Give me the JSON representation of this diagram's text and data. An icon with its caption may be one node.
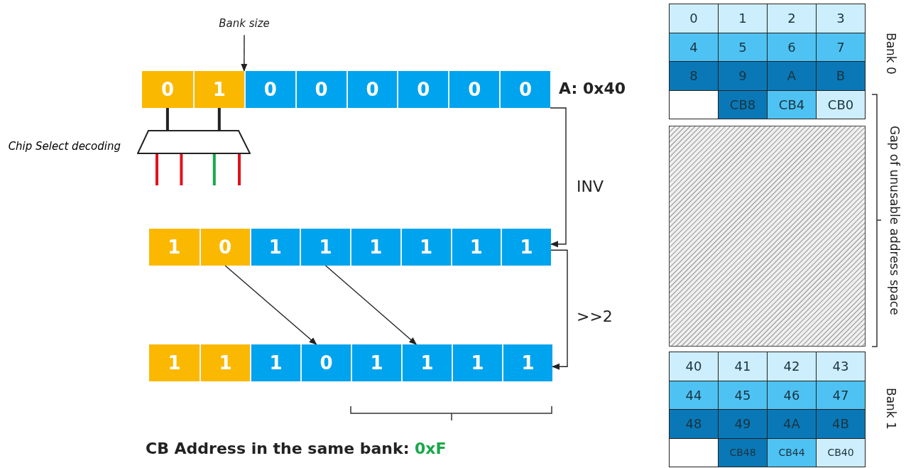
{
  "diagram": {
    "nodes": [
      {
        "text": [
          "Bank size"
        ]
      },
      {
        "text": [],
        "shape": "bar",
        "beside": [
          "A: 0x40"
        ]
      },
      {
        "text": [
          "0"
        ],
        "in": 1
      },
      {
        "text": [
          "1"
        ],
        "in": 1
      },
      {
        "text": [
          "0"
        ],
        "in": 1
      },
      {
        "text": [
          "0"
        ],
        "in": 1
      },
      {
        "text": [
          "0"
        ],
        "in": 1
      },
      {
        "text": [
          "0"
        ],
        "in": 1
      },
      {
        "text": [
          "0"
        ],
        "in": 1
      },
      {
        "text": [
          "0"
        ],
        "in": 1
      },
      {
        "text": [],
        "shape": "trapezoid",
        "beside": [
          "Chip Select decoding"
        ]
      },
      {
        "text": [],
        "shape": "bar"
      },
      {
        "text": [
          "1"
        ],
        "in": 11
      },
      {
        "text": [
          "0"
        ],
        "in": 11
      },
      {
        "text": [
          "1"
        ],
        "in": 11
      },
      {
        "text": [
          "1"
        ],
        "in": 11
      },
      {
        "text": [
          "1"
        ],
        "in": 11
      },
      {
        "text": [
          "1"
        ],
        "in": 11
      },
      {
        "text": [
          "1"
        ],
        "in": 11
      },
      {
        "text": [
          "1"
        ],
        "in": 11
      },
      {
        "text": [],
        "shape": "bar"
      },
      {
        "text": [
          "1"
        ],
        "in": 20
      },
      {
        "text": [
          "1"
        ],
        "in": 20
      },
      {
        "text": [
          "1"
        ],
        "in": 20
      },
      {
        "text": [
          "0"
        ],
        "in": 20
      },
      {
        "text": [
          "1"
        ],
        "in": 20
      },
      {
        "text": [
          "1"
        ],
        "in": 20
      },
      {
        "text": [
          "1"
        ],
        "in": 20
      },
      {
        "text": [
          "1"
        ],
        "in": 20
      },
      {
        "text": [
          "0"
        ]
      },
      {
        "text": [
          "1"
        ]
      },
      {
        "text": [
          "2"
        ]
      },
      {
        "text": [
          "3"
        ]
      },
      {
        "text": [
          "4"
        ]
      },
      {
        "text": [
          "5"
        ]
      },
      {
        "text": [
          "6"
        ]
      },
      {
        "text": [
          "7"
        ]
      },
      {
        "text": [
          "8"
        ]
      },
      {
        "text": [
          "9"
        ]
      },
      {
        "text": [
          "A"
        ]
      },
      {
        "text": [
          "B"
        ]
      },
      {
        "text": [],
        "shape": "box"
      },
      {
        "text": [
          "CB8"
        ]
      },
      {
        "text": [
          "CB4"
        ]
      },
      {
        "text": [
          "CB0"
        ]
      },
      {
        "text": [],
        "shape": "box"
      },
      {
        "text": [
          "40"
        ]
      },
      {
        "text": [
          "41"
        ]
      },
      {
        "text": [
          "42"
        ]
      },
      {
        "text": [
          "43"
        ]
      },
      {
        "text": [
          "44"
        ]
      },
      {
        "text": [
          "45"
        ]
      },
      {
        "text": [
          "46"
        ]
      },
      {
        "text": [
          "47"
        ]
      },
      {
        "text": [
          "48"
        ]
      },
      {
        "text": [
          "49"
        ]
      },
      {
        "text": [
          "4A"
        ]
      },
      {
        "text": [
          "4B"
        ]
      },
      {
        "text": [],
        "shape": "box"
      },
      {
        "text": [
          "CB48"
        ]
      },
      {
        "text": [
          "CB44"
        ]
      },
      {
        "text": [
          "CB40"
        ]
      }
    ],
    "edges": [
      {
        "from": 0,
        "to": 1,
        "arrow": "to"
      },
      {
        "from": 2,
        "to": 10,
        "arrow": "none"
      },
      {
        "from": 3,
        "to": 10,
        "arrow": "none"
      },
      {
        "from": 10,
        "to": null,
        "arrow": "none",
        "color": "#e3101b"
      },
      {
        "from": 10,
        "to": null,
        "arrow": "none",
        "color": "#e3101b"
      },
      {
        "from": 10,
        "to": null,
        "arrow": "none",
        "color": "#14a84b"
      },
      {
        "from": 10,
        "to": null,
        "arrow": "none",
        "color": "#e3101b"
      },
      {
        "from": 1,
        "to": 11,
        "arrow": "to",
        "label": "INV"
      },
      {
        "from": 11,
        "to": 20,
        "arrow": "to",
        "label": ">>2"
      },
      {
        "from": 13,
        "to": 24,
        "arrow": "to"
      },
      {
        "from": 15,
        "to": 26,
        "arrow": "to"
      }
    ],
    "labels": [
      "Bank 0",
      "Gap of unusable address space",
      "Bank 1",
      "CB Address in the same bank:",
      "0xF"
    ]
  }
}
